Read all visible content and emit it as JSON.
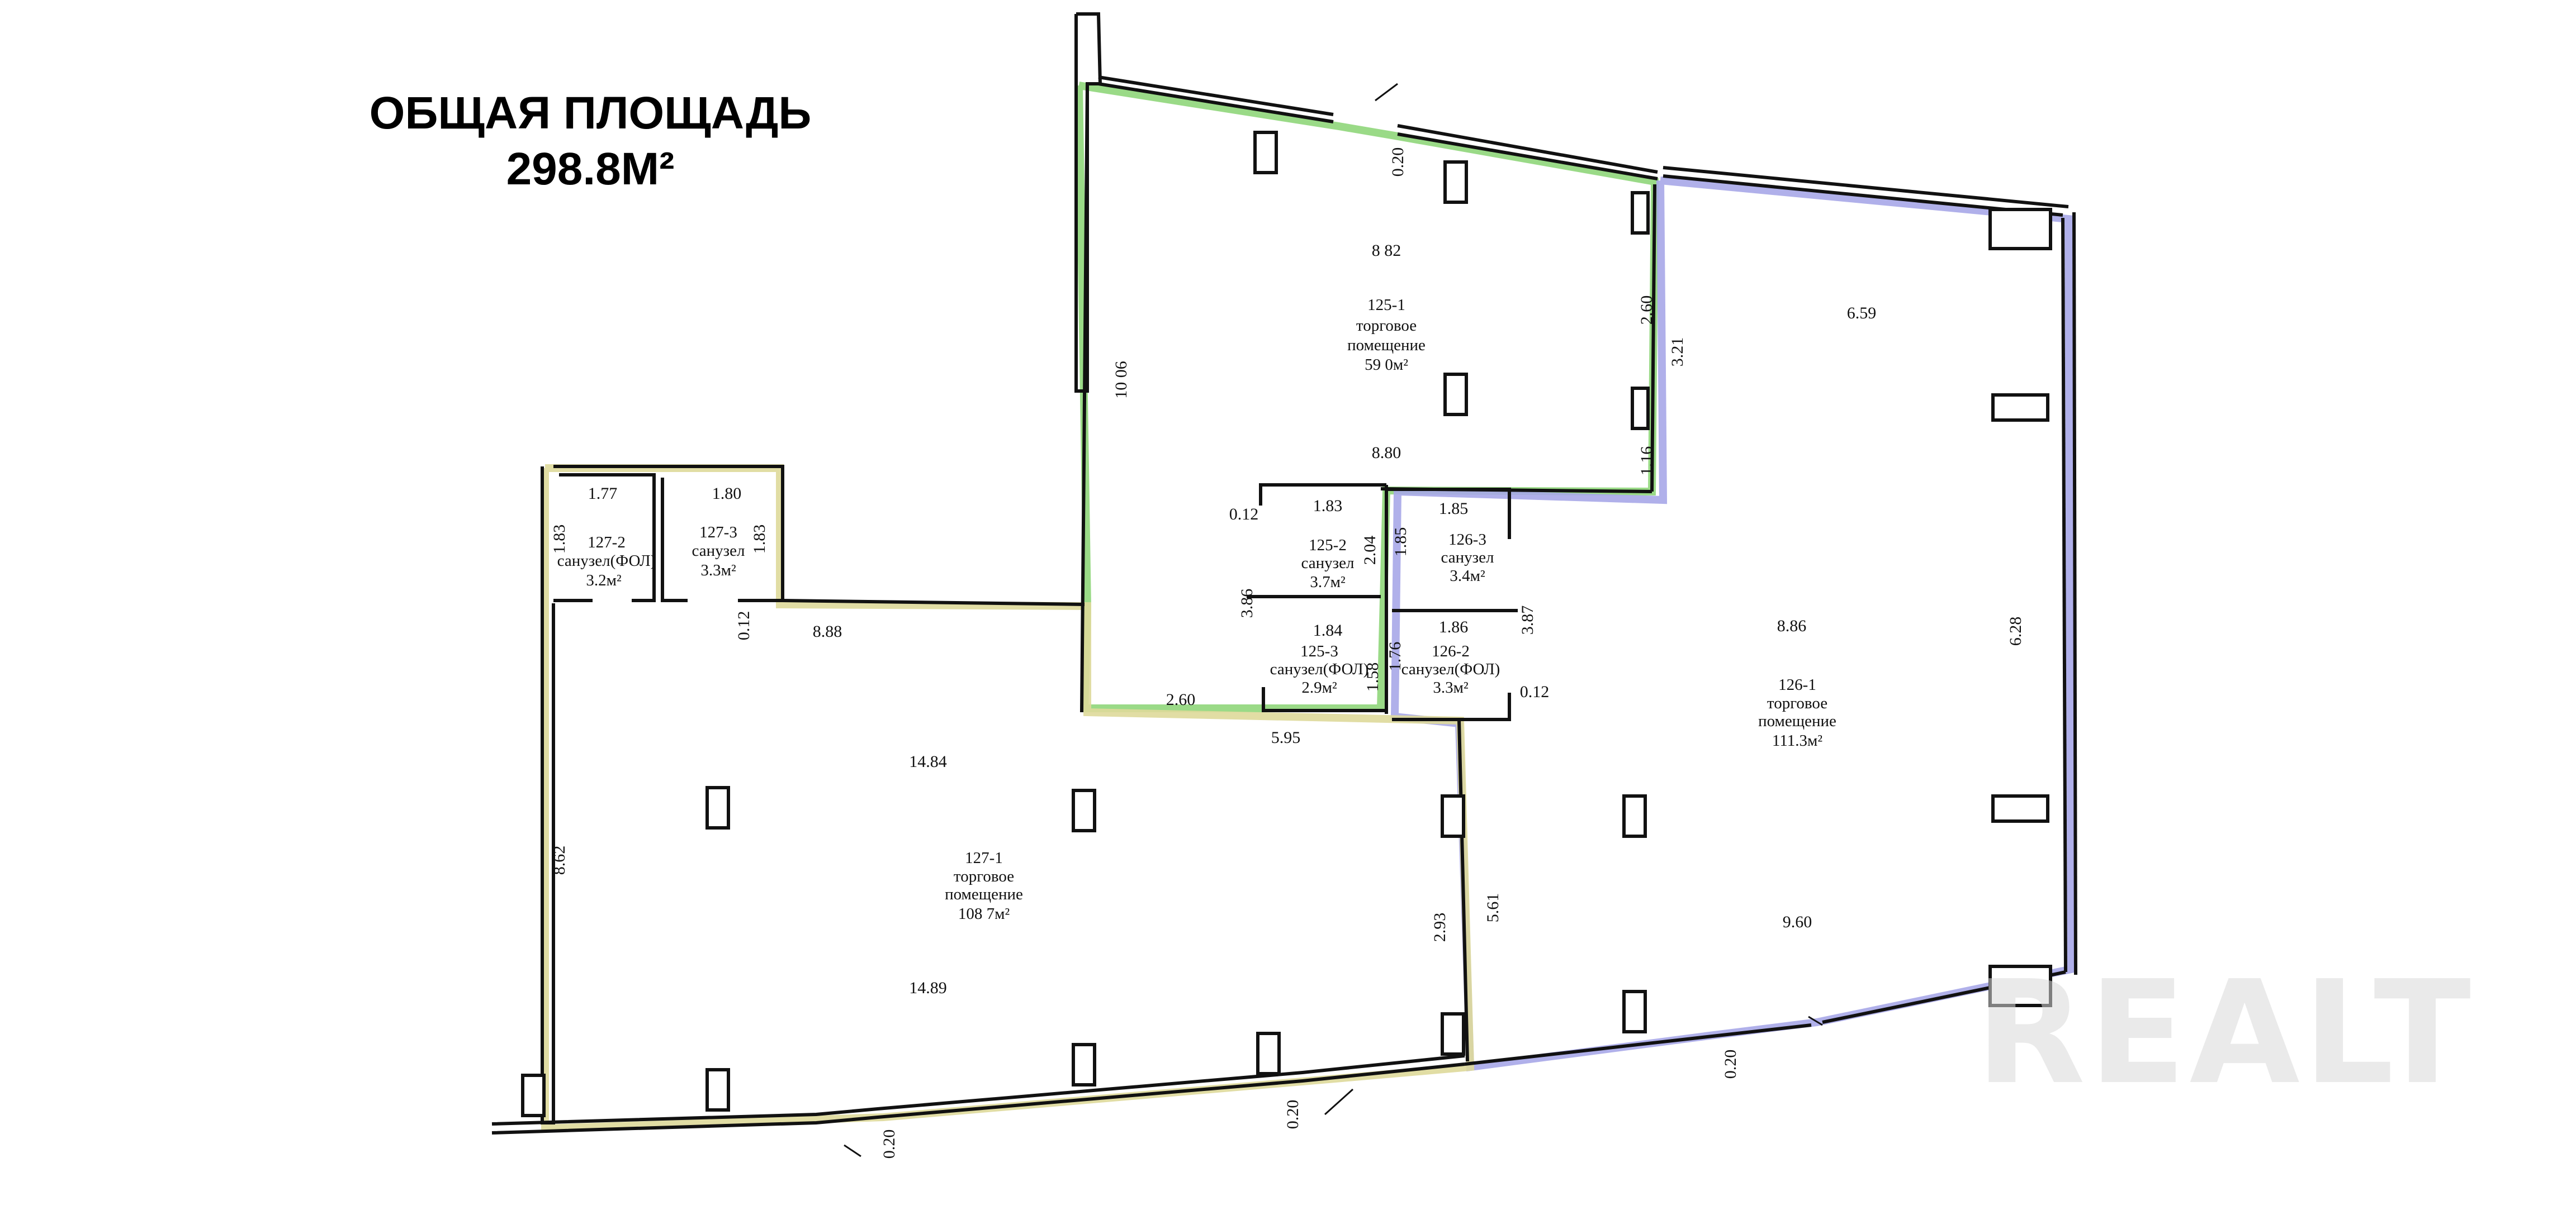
{
  "header": {
    "total_area_label": "ОБЩАЯ ПЛОЩАДЬ",
    "total_area_value": "298.8М²"
  },
  "watermark": "REALT",
  "colors": {
    "room_125_outline": "#8fd67a",
    "room_126_outline": "#a7a7e8",
    "room_127_outline": "#ded99a",
    "walls": "#111111"
  },
  "rooms": {
    "r125_1": {
      "id": "125-1",
      "type": "торговое помещение",
      "type_line1": "торговое",
      "type_line2": "помещение",
      "area": "59 0м²"
    },
    "r125_2": {
      "id": "125-2",
      "type": "санузел",
      "area": "3.7м²"
    },
    "r125_3": {
      "id": "125-3",
      "type": "санузел(ФОЛ)",
      "area": "2.9м²"
    },
    "r126_1": {
      "id": "126-1",
      "type": "торговое помещение",
      "type_line1": "торговое",
      "type_line2": "помещение",
      "area": "111.3м²"
    },
    "r126_2": {
      "id": "126-2",
      "type": "санузел(ФОЛ)",
      "area": "3.3м²"
    },
    "r126_3": {
      "id": "126-3",
      "type": "санузел",
      "area": "3.4м²"
    },
    "r127_1": {
      "id": "127-1",
      "type": "торговое помещение",
      "type_line1": "торговое",
      "type_line2": "помещение",
      "area": "108 7м²"
    },
    "r127_2": {
      "id": "127-2",
      "type": "санузел(ФОЛ)",
      "area": "3.2м²"
    },
    "r127_3": {
      "id": "127-3",
      "type": "санузел",
      "area": "3.3м²"
    }
  },
  "dimensions": {
    "d_125_top": "8 82",
    "d_125_left": "10 06",
    "d_125_right_upper": "2.60",
    "d_125_bottom": "8.80",
    "d_125_right_lower": "1.16",
    "d_126_top_diag": "3.21",
    "d_126_upper": "6.59",
    "d_126_right": "6.28",
    "d_126_mid": "8.86",
    "d_126_lower": "9.60",
    "d_126_left_lower": "5.61",
    "d_wall_top": "0.20",
    "d_wall_bottom_mid": "0.20",
    "d_wall_bottom_right": "0.20",
    "d_wall_bottom_left": "0.20",
    "d_125_2_top": "1.83",
    "d_125_2_wall": "0.12",
    "d_125_2_right": "2.04",
    "d_125_2_left": "3.86",
    "d_125_3_top": "1.84",
    "d_125_3_right": "1.58",
    "d_126_3_top": "1.85",
    "d_126_3_left": "1.85",
    "d_126_2_top": "1.86",
    "d_126_2_right": "3.87",
    "d_126_2_left": "1.76",
    "d_126_2_wall": "0.12",
    "d_125_lower_wall": "2.60",
    "d_125_bottom_total": "5.95",
    "d_127_2_top": "1.77",
    "d_127_2_left": "1.83",
    "d_127_3_top": "1.80",
    "d_127_3_right": "1.83",
    "d_127_wall": "0.12",
    "d_127_top": "8.88",
    "d_127_upper": "14.84",
    "d_127_left": "8.62",
    "d_127_right": "2.93",
    "d_127_lower": "14.89"
  }
}
